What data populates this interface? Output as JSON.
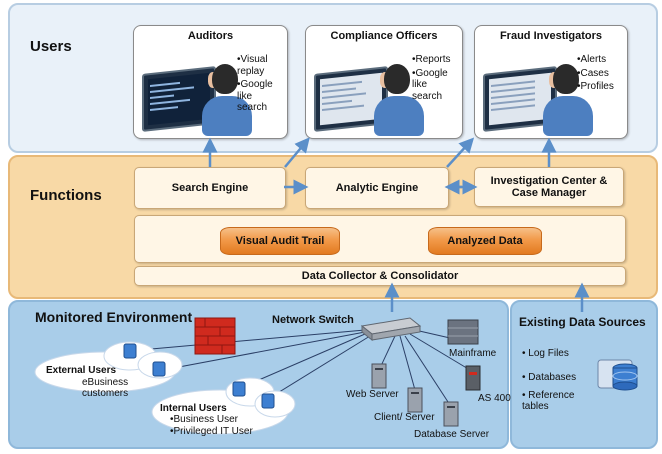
{
  "sections": {
    "users": "Users",
    "functions": "Functions",
    "monitored": "Monitored Environment",
    "sources": "Existing Data Sources"
  },
  "user_cards": [
    {
      "title": "Auditors",
      "notes": [
        "•Visual replay",
        "•Google like search"
      ]
    },
    {
      "title": "Compliance Officers",
      "notes": [
        "•Reports",
        "•Google like search"
      ]
    },
    {
      "title": "Fraud Investigators",
      "notes": [
        "•Alerts",
        "•Cases",
        "•Profiles"
      ]
    }
  ],
  "functions": {
    "search_engine": "Search Engine",
    "analytic_engine": "Analytic Engine",
    "investigation_center": "Investigation Center & Case Manager",
    "visual_audit_trail": "Visual Audit Trail",
    "analyzed_data": "Analyzed Data",
    "data_collector": "Data Collector & Consolidator"
  },
  "environment": {
    "network_switch": "Network Switch",
    "external_users": "External Users",
    "ebusiness": "eBusiness customers",
    "internal_users": "Internal Users",
    "business_user": "•Business User",
    "privileged_user": "•Privileged IT User",
    "mainframe": "Mainframe",
    "web_server": "Web Server",
    "as400": "AS 400",
    "client_server": "Client/ Server",
    "database_server": "Database Server"
  },
  "data_sources": [
    "Log Files",
    "Databases",
    "Reference tables"
  ],
  "colors": {
    "users_band": "#e9f1f9",
    "functions_band": "#f8d9a6",
    "environment_band": "#a9cde9",
    "arrow": "#5b8fc9",
    "firewall": "#d02a1e",
    "cylinder": "#f29a4a"
  }
}
